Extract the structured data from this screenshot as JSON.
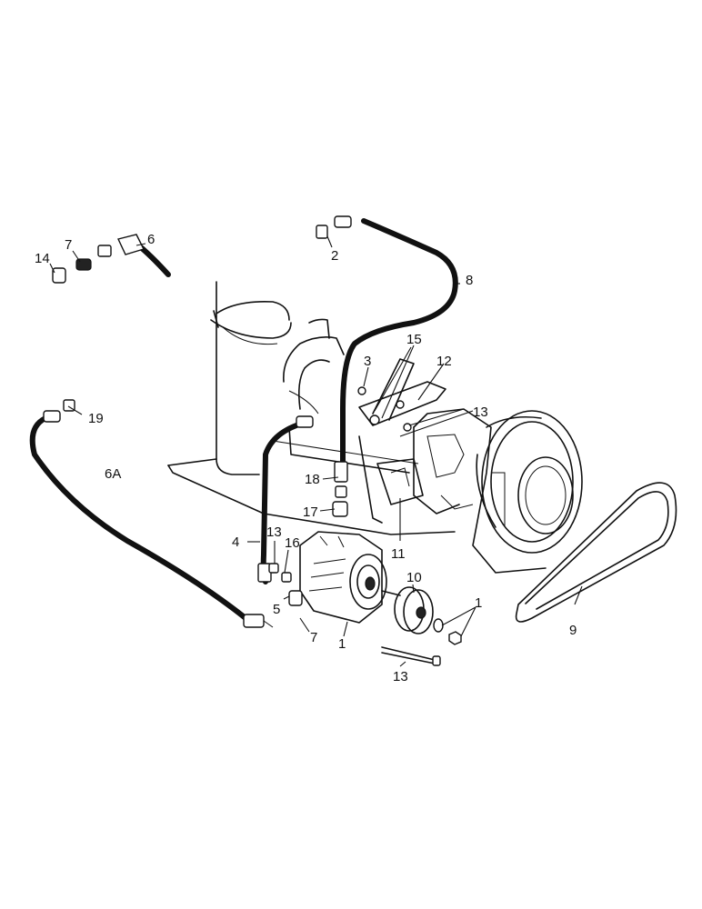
{
  "callouts": [
    {
      "id": "c-14",
      "text": "14"
    },
    {
      "id": "c-7a",
      "text": "7"
    },
    {
      "id": "c-6",
      "text": "6"
    },
    {
      "id": "c-2",
      "text": "2"
    },
    {
      "id": "c-8",
      "text": "8"
    },
    {
      "id": "c-15",
      "text": "15"
    },
    {
      "id": "c-3",
      "text": "3"
    },
    {
      "id": "c-12",
      "text": "12"
    },
    {
      "id": "c-13a",
      "text": "13"
    },
    {
      "id": "c-19",
      "text": "19"
    },
    {
      "id": "c-6A",
      "text": "6A"
    },
    {
      "id": "c-18",
      "text": "18"
    },
    {
      "id": "c-17",
      "text": "17"
    },
    {
      "id": "c-11",
      "text": "11"
    },
    {
      "id": "c-4",
      "text": "4"
    },
    {
      "id": "c-13b",
      "text": "13"
    },
    {
      "id": "c-16",
      "text": "16"
    },
    {
      "id": "c-10",
      "text": "10"
    },
    {
      "id": "c-1a",
      "text": "1"
    },
    {
      "id": "c-5",
      "text": "5"
    },
    {
      "id": "c-7b",
      "text": "7"
    },
    {
      "id": "c-1b",
      "text": "1"
    },
    {
      "id": "c-9",
      "text": "9"
    },
    {
      "id": "c-13c",
      "text": "13"
    }
  ]
}
